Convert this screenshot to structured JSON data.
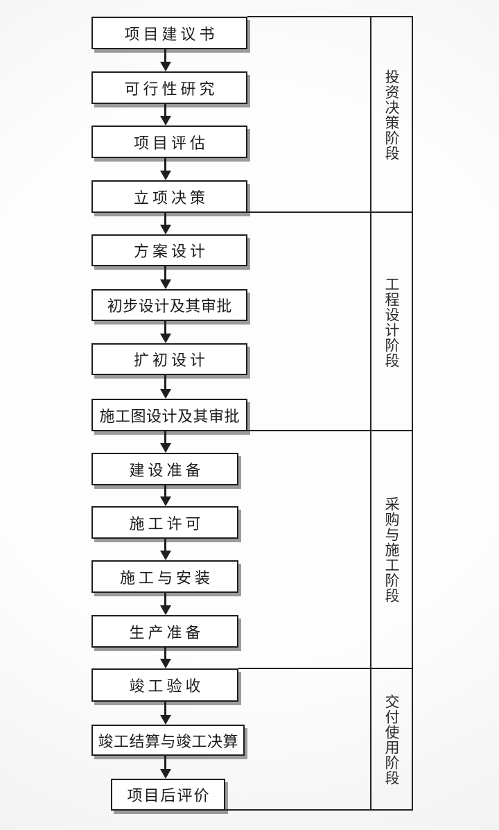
{
  "diagram": {
    "type": "flowchart",
    "direction": "top-to-bottom",
    "colors": {
      "line": "#1f1f1f",
      "box_fill": "#ffffff",
      "box_shadow": "#9b9b9b",
      "background": "#fbfafa",
      "text": "#1b1b1b"
    }
  },
  "flow": {
    "steps": [
      {
        "label": "项目建议书"
      },
      {
        "label": "可行性研究"
      },
      {
        "label": "项目评估"
      },
      {
        "label": "立项决策"
      },
      {
        "label": "方案设计"
      },
      {
        "label": "初步设计及其审批"
      },
      {
        "label": "扩初设计"
      },
      {
        "label": "施工图设计及其审批"
      },
      {
        "label": "建设准备"
      },
      {
        "label": "施工许可"
      },
      {
        "label": "施工与安装"
      },
      {
        "label": "生产准备"
      },
      {
        "label": "竣工验收"
      },
      {
        "label": "竣工结算与竣工决算"
      },
      {
        "label": "项目后评价"
      }
    ]
  },
  "phases": [
    {
      "label": "投资决策阶段",
      "from_step": 1,
      "to_step": 4
    },
    {
      "label": "工程设计阶段",
      "from_step": 5,
      "to_step": 8
    },
    {
      "label": "采购与施工阶段",
      "from_step": 9,
      "to_step": 12
    },
    {
      "label": "交付使用阶段",
      "from_step": 13,
      "to_step": 15
    }
  ]
}
